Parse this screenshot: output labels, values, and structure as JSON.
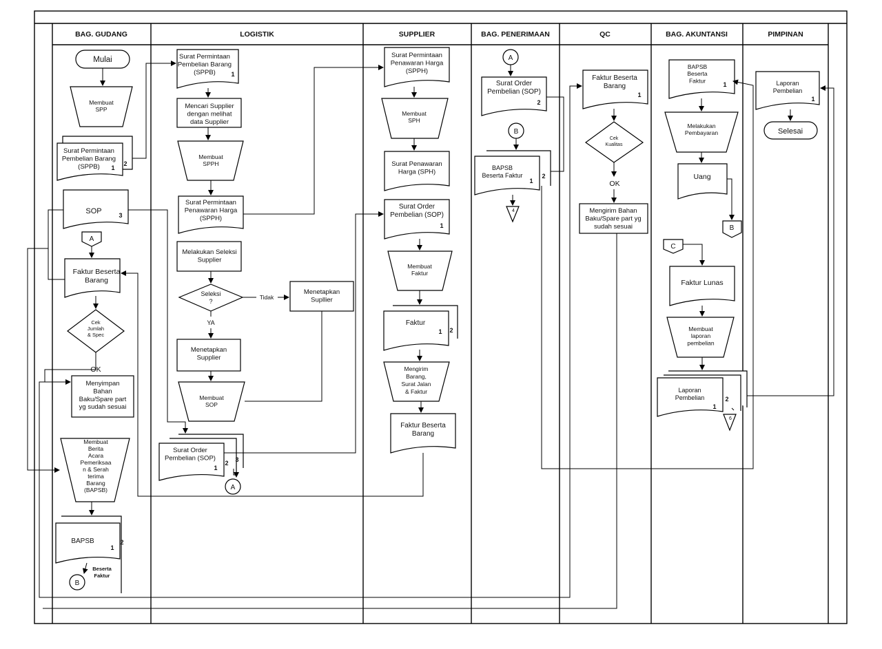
{
  "lanes": [
    {
      "id": "gudang",
      "title": "BAG. GUDANG"
    },
    {
      "id": "logistik",
      "title": "LOGISTIK"
    },
    {
      "id": "supplier",
      "title": "SUPPLIER"
    },
    {
      "id": "penerimaan",
      "title": "BAG. PENERIMAAN"
    },
    {
      "id": "qc",
      "title": "QC"
    },
    {
      "id": "akuntansi",
      "title": "BAG. AKUNTANSI"
    },
    {
      "id": "pimpinan",
      "title": "PIMPINAN"
    }
  ],
  "nodes": {
    "mulai": "Mulai",
    "membuat_spp": [
      "Membuat",
      "SPP"
    ],
    "sppb_gudang": [
      "Surat Permintaan",
      "Pembelian Barang",
      "(SPPB)"
    ],
    "sop_gudang": "SOP",
    "faktur_gudang": [
      "Faktur Beserta",
      "Barang"
    ],
    "cek_jumlah": [
      "Cek",
      "Jumlah",
      "& Spec"
    ],
    "ok_gudang": "OK",
    "menyimpan": [
      "Menyimpan",
      "Bahan",
      "Baku/Spare part",
      "yg sudah sesuai"
    ],
    "bapsb_proc": [
      "Membuat",
      "Berita",
      "Acara",
      "Pemeriksaa",
      "n & Serah",
      "terima",
      "Barang",
      "(BAPSB)"
    ],
    "bapsb_doc": "BAPSB",
    "beserta_faktur_note": [
      "Beserta",
      "Faktur"
    ],
    "sppb_logistik": [
      "Surat Permintaan",
      "Pembelian Barang",
      "(SPPB)"
    ],
    "mencari_supplier": [
      "Mencari Supplier",
      "dengan melihat",
      "data Supplier"
    ],
    "membuat_spph": [
      "Membuat",
      "SPPH"
    ],
    "spph_logistik": [
      "Surat Permintaan",
      "Penawaran Harga",
      "(SPPH)"
    ],
    "seleksi_supplier": [
      "Melakukan Seleksi",
      "Supplier"
    ],
    "seleksi_decision": [
      "Seleksi",
      "?"
    ],
    "tidak": "Tidak",
    "ya": "YA",
    "menetapkan_tidak": [
      "Menetapkan",
      "Supllier"
    ],
    "menetapkan_ya": [
      "Menetapkan",
      "Supplier"
    ],
    "membuat_sop": [
      "Membuat",
      "SOP"
    ],
    "sop_logistik": [
      "Surat Order",
      "Pembelian (SOP)"
    ],
    "spph_supplier": [
      "Surat Permintaan",
      "Penawaran Harga",
      "(SPPH)"
    ],
    "membuat_sph": [
      "Membuat",
      "SPH"
    ],
    "sph_doc": [
      "Surat Penawaran",
      "Harga (SPH)"
    ],
    "sop_supplier": [
      "Surat Order",
      "Pembelian (SOP)"
    ],
    "membuat_faktur": [
      "Membuat",
      "Faktur"
    ],
    "faktur_supplier": "Faktur",
    "mengirim_barang": [
      "Mengirim",
      "Barang,",
      "Surat Jalan",
      "& Faktur"
    ],
    "faktur_barang_supplier": [
      "Faktur Beserta",
      "Barang"
    ],
    "sop_penerimaan": [
      "Surat Order",
      "Pembelian (SOP)"
    ],
    "bapsb_penerimaan": [
      "BAPSB",
      "Beserta Faktur"
    ],
    "faktur_qc": [
      "Faktur Beserta",
      "Barang"
    ],
    "cek_kualitas": [
      "Cek",
      "Kualitas"
    ],
    "ok_qc": "OK",
    "mengirim_bahan": [
      "Mengirim Bahan",
      "Baku/Spare part yg",
      "sudah sesuai"
    ],
    "bapsb_akuntansi": [
      "BAPSB",
      "Beserta",
      "Faktur"
    ],
    "pembayaran": [
      "Melakukan",
      "Pembayaran"
    ],
    "uang": "Uang",
    "faktur_lunas": "Faktur Lunas",
    "membuat_laporan": [
      "Membuat",
      "laporan",
      "pembelian"
    ],
    "laporan_akuntansi": [
      "Laporan",
      "Pembelian"
    ],
    "laporan_pimpinan": [
      "Laporan",
      "Pembelian"
    ],
    "selesai": "Selesai"
  },
  "connectors": {
    "a": "A",
    "b": "B",
    "c": "C"
  },
  "copy_numbers": {
    "one": "1",
    "two": "2",
    "three": "3"
  },
  "offpage": {
    "four": "4",
    "six": "6"
  }
}
